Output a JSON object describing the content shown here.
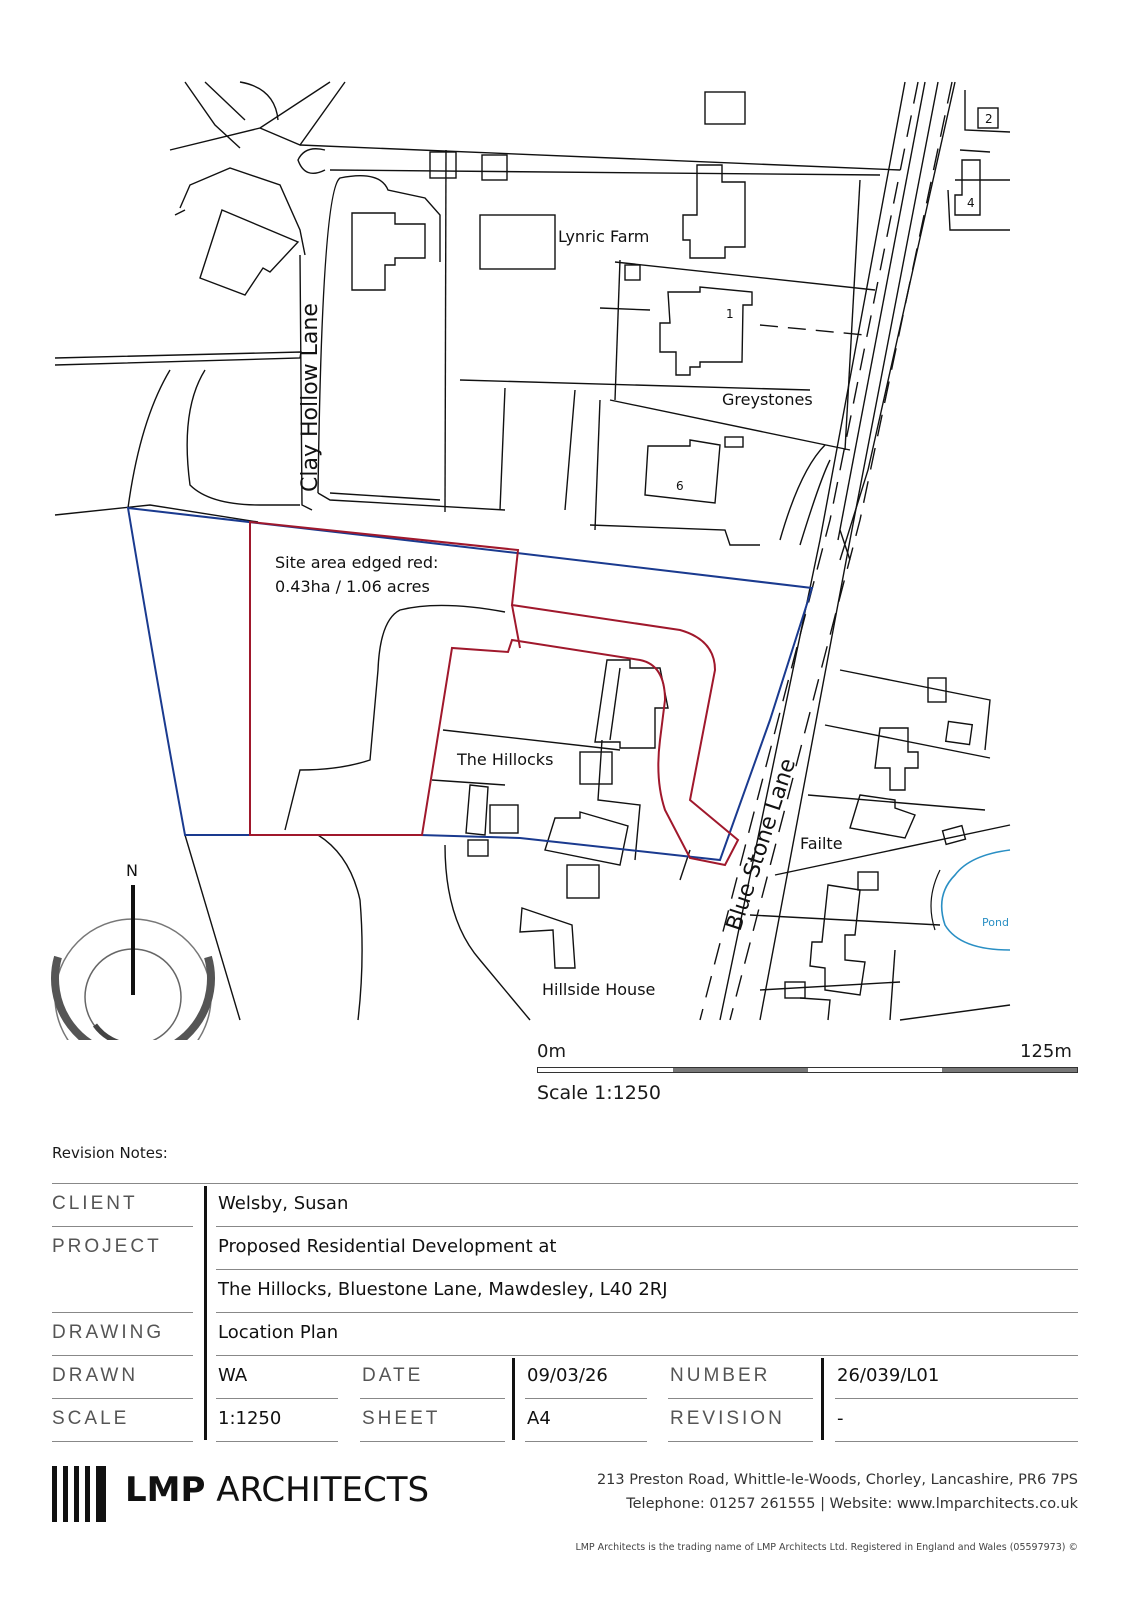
{
  "map": {
    "labels": {
      "lynric": "Lynric Farm",
      "greystones": "Greystones",
      "hillocks": "The Hillocks",
      "failte": "Failte",
      "hillside": "Hillside House",
      "pond": "Pond",
      "clay": "Clay Hollow Lane",
      "bluestone": "Blue Stone Lane",
      "site1": "Site area edged red:",
      "site2": "0.43ha / 1.06 acres",
      "num1": "1",
      "num2": "2",
      "num4": "4",
      "num6": "6"
    },
    "north": "N",
    "colors": {
      "site_boundary": "#a0182c",
      "ownership_boundary": "#1a3a8f",
      "pond": "#2a8fc4",
      "line": "#111111"
    }
  },
  "scale": {
    "start": "0m",
    "end": "125m",
    "text": "Scale 1:1250"
  },
  "revision_notes": "Revision Notes:",
  "title_block": {
    "client_label": "CLIENT",
    "client": "Welsby, Susan",
    "project_label": "PROJECT",
    "project_1": "Proposed Residential Development at",
    "project_2": "The Hillocks, Bluestone Lane, Mawdesley, L40 2RJ",
    "drawing_label": "DRAWING",
    "drawing": "Location Plan",
    "drawn_label": "DRAWN",
    "drawn": "WA",
    "date_label": "DATE",
    "date": "09/03/26",
    "number_label": "NUMBER",
    "number": "26/039/L01",
    "scale_label": "SCALE",
    "scale": "1:1250",
    "sheet_label": "SHEET",
    "sheet": "A4",
    "revision_label": "REVISION",
    "revision": "-"
  },
  "company": {
    "logo_bold": "LMP",
    "logo_rest": "ARCHITECTS",
    "address": "213 Preston Road, Whittle-le-Woods, Chorley, Lancashire, PR6 7PS",
    "contact": "Telephone: 01257 261555 | Website: www.lmparchitects.co.uk",
    "legal": "LMP Architects is the trading name of LMP Architects Ltd. Registered in England and Wales (05597973) ©"
  }
}
